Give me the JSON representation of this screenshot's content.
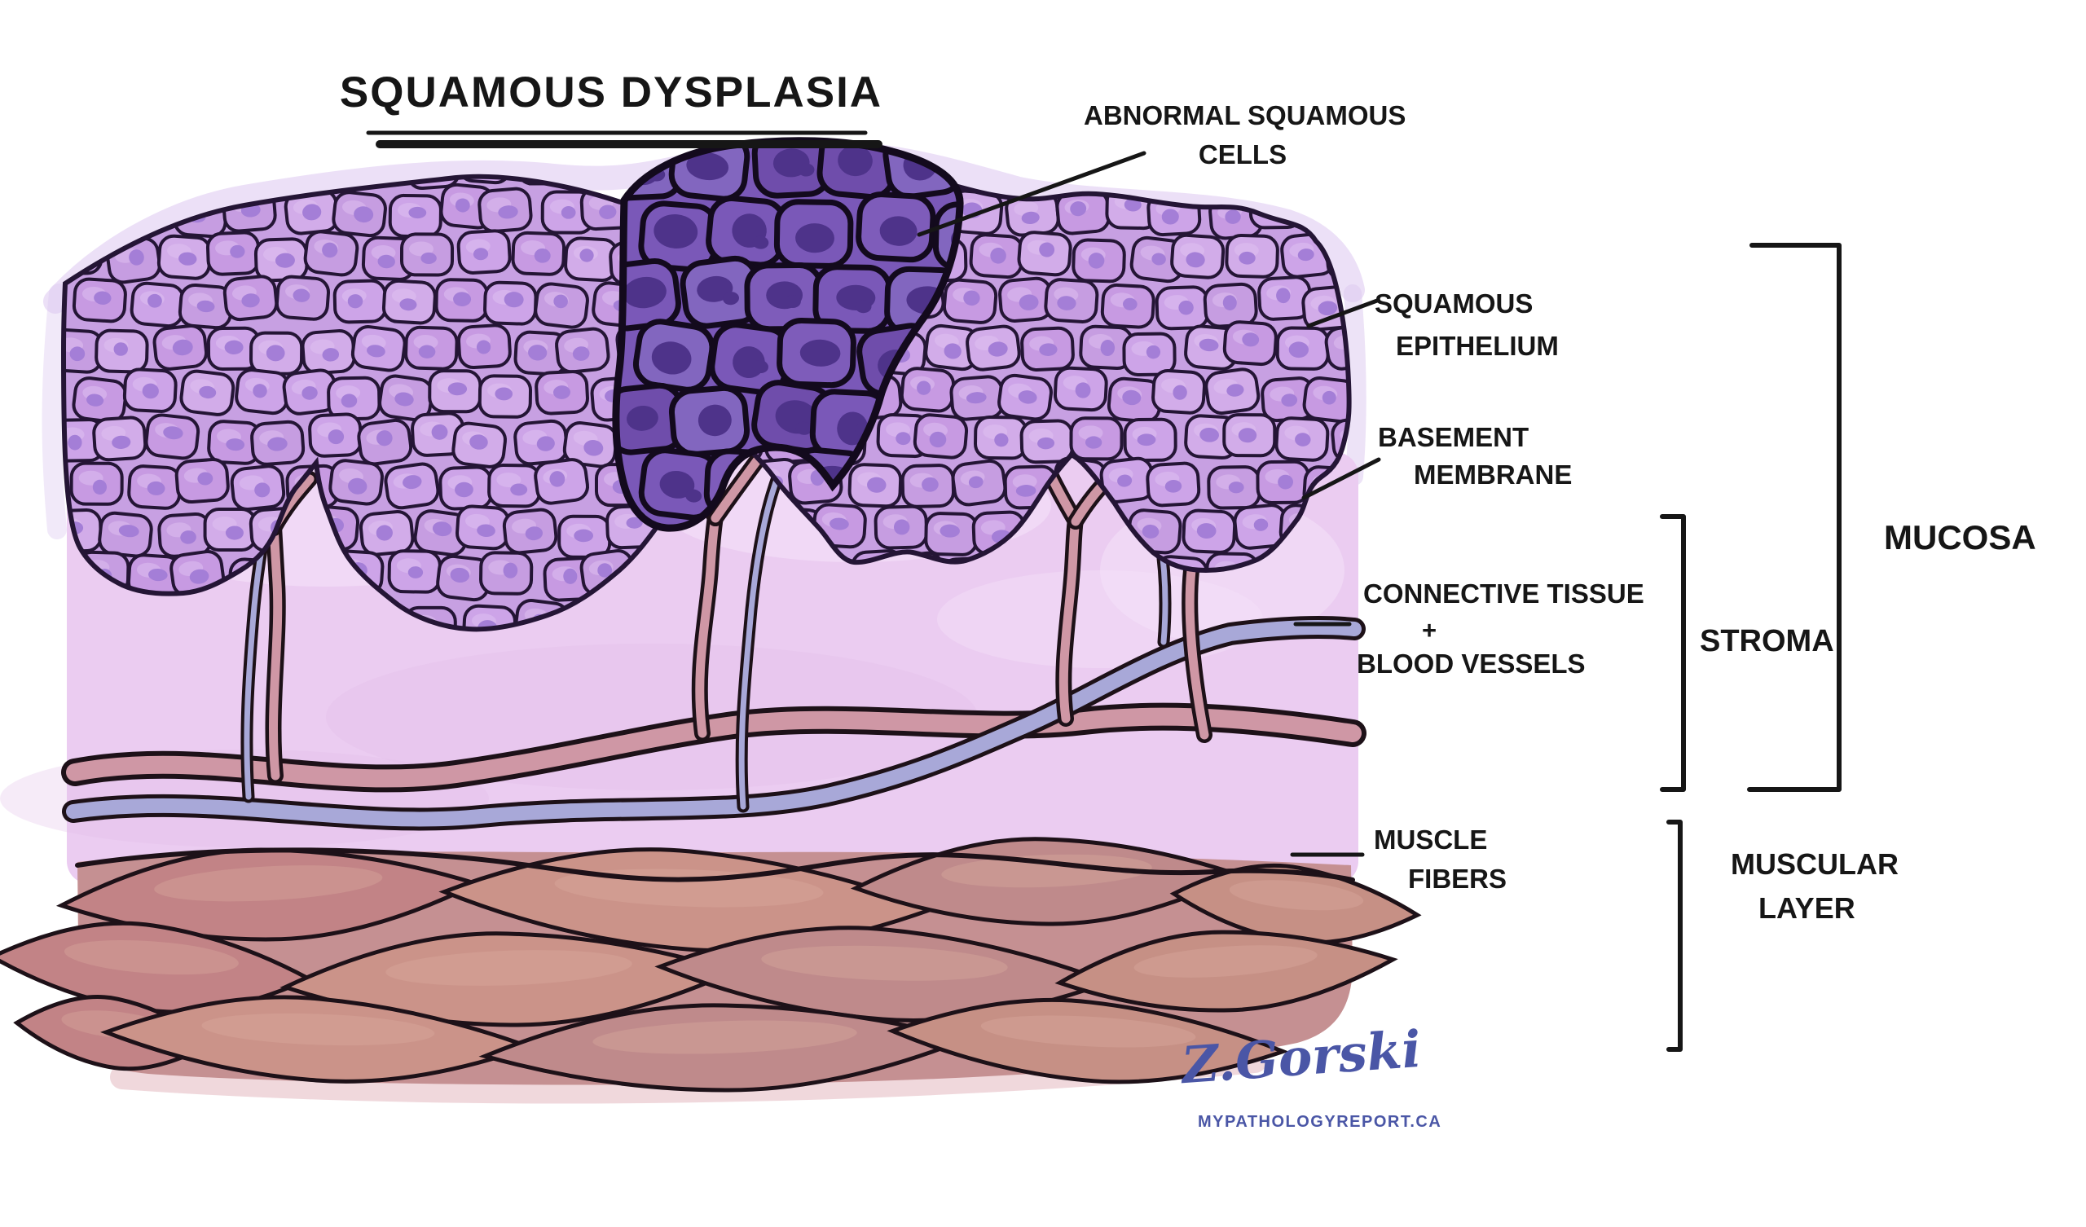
{
  "title": "SQUAMOUS DYSPLASIA",
  "annotations": {
    "abnormal_cells": {
      "line1": "ABNORMAL SQUAMOUS",
      "line2": "CELLS"
    },
    "squamous_epithelium": {
      "line1": "SQUAMOUS",
      "line2": "EPITHELIUM"
    },
    "basement_membrane": {
      "line1": "BASEMENT",
      "line2": "MEMBRANE"
    },
    "connective_tissue": {
      "line1": "CONNECTIVE TISSUE",
      "line2": "+",
      "line3": "BLOOD VESSELS"
    },
    "stroma": "STROMA",
    "mucosa": "MUCOSA",
    "muscle_fibers": {
      "line1": "MUSCLE",
      "line2": "FIBERS"
    },
    "muscular_layer": {
      "line1": "MUSCULAR",
      "line2": "LAYER"
    }
  },
  "signature": {
    "artist": "Z.Gorski",
    "website": "MYPATHOLOGYREPORT.CA"
  },
  "colors": {
    "outline": "#241535",
    "epithelium_cell_fills": [
      "#cda4e8",
      "#c69de1",
      "#d2ace9",
      "#c79ae2"
    ],
    "epithelium_nucleus": "#a47ed7",
    "epithelium_highlight": "#e0c2f2",
    "epithelium_halo": "#dcc7f0",
    "tumor_cell_fills": [
      "#7a58b8",
      "#8266bf",
      "#6f4dab",
      "#7e5cba"
    ],
    "tumor_nucleus": "#4e338a",
    "tumor_outline": "#130a1d",
    "stroma_fill": "#ebccf1",
    "stroma_light": "#f5e3fa",
    "stroma_streak": "#e2bce9",
    "vessel_pink": "#cf97a5",
    "vessel_blue": "#a8a8d8",
    "muscle_base": "#c59092",
    "muscle_fiber_fills": [
      "#c28386",
      "#cb9389",
      "#bf8a8b",
      "#c69085"
    ],
    "muscle_highlight": "#d9ab9d",
    "muscle_halo": "#e2b2ba",
    "ink": "#161616",
    "signature_blue": "#4a56a6"
  },
  "figure": {
    "kind": "hand-drawn histology diagram",
    "layers_labeled": [
      "Squamous epithelium",
      "Abnormal squamous cells",
      "Basement membrane",
      "Connective tissue + blood vessels (stroma)",
      "Mucosa",
      "Muscle fibers (muscular layer)"
    ]
  }
}
